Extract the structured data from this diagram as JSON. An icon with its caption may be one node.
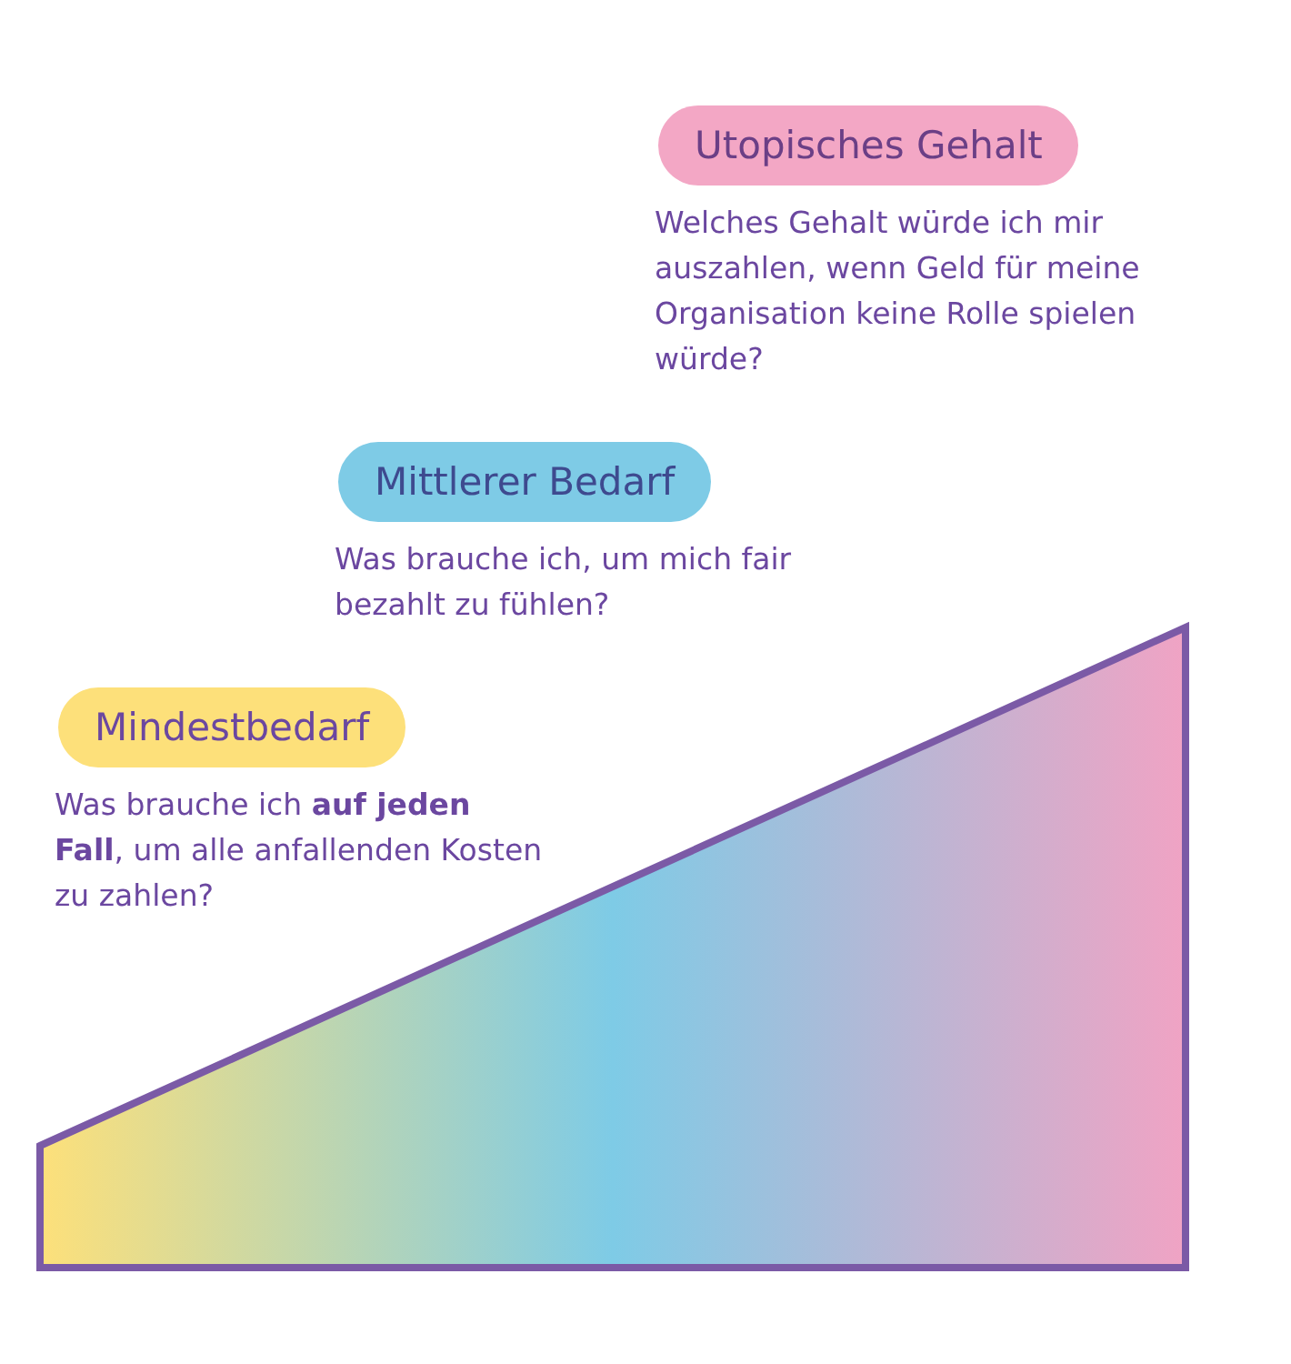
{
  "diagram": {
    "nodes": [
      {
        "text": [
          "Utopisches Gehalt",
          "Welches Gehalt würde ich mir auszahlen, wenn Geld für meine Organisation keine Rolle spielen würde?"
        ]
      },
      {
        "text": [
          "Mittlerer Bedarf",
          "Was brauche ich, um mich fair bezahlt zu fühlen?"
        ]
      },
      {
        "text": [
          "Mindestbedarf",
          "Was brauche ich **auf jeden Fall**, um alle anfallenden Kosten zu zahlen?"
        ]
      }
    ]
  }
}
